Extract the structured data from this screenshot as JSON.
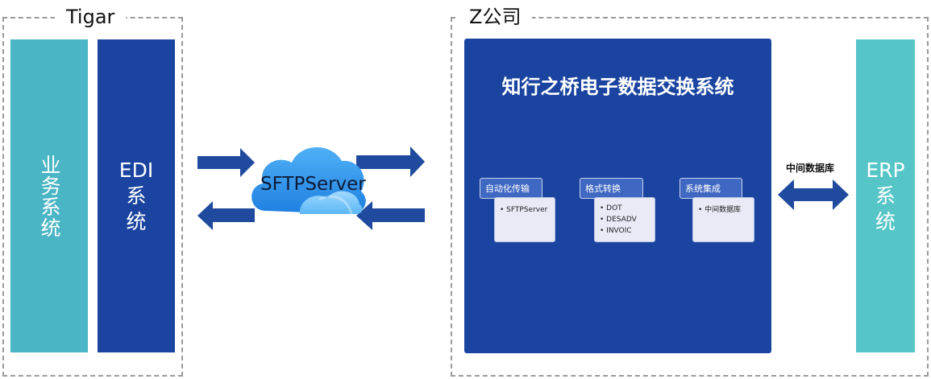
{
  "left_group": {
    "title": "Tigar",
    "business_system": "业务系统",
    "edi_system": "EDI\n系\n统"
  },
  "cloud": {
    "label": "SFTPServer"
  },
  "right_group": {
    "title": "Z公司",
    "platform_title": "知行之桥电子数据交换系统",
    "steps": [
      {
        "head": "自动化传输",
        "items": [
          "SFTPServer"
        ]
      },
      {
        "head": "格式转换",
        "items": [
          "DOT",
          "DESADV",
          "INVOIC"
        ]
      },
      {
        "head": "系统集成",
        "items": [
          "中间数据库"
        ]
      }
    ],
    "db_label": "中间数据库",
    "erp_system": "ERP\n系\n统"
  },
  "colors": {
    "light_teal": "#4ab5c4",
    "dark_blue": "#1a44a0",
    "erp_teal": "#55c5c7",
    "arrow_blue": "#1f4a9d",
    "cloud_blue": "#2a8fe6"
  }
}
